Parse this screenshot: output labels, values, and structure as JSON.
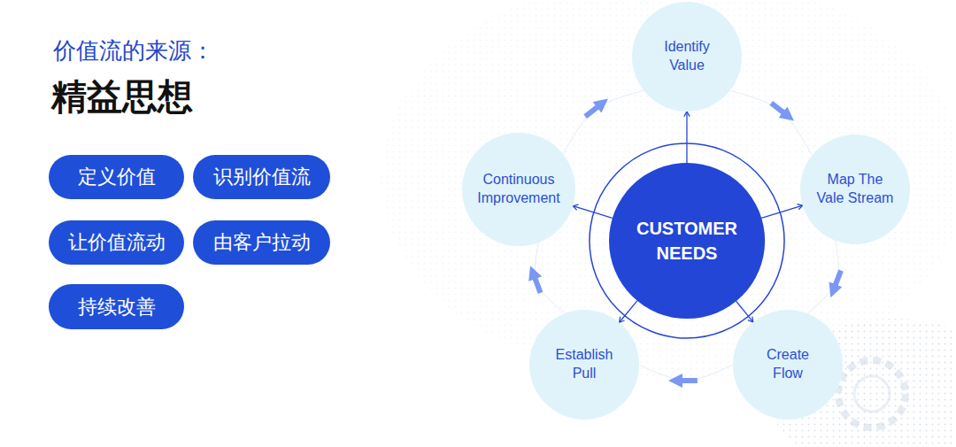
{
  "diagram": {
    "title": "价值流的来源：",
    "nodes": [
      {
        "text": [
          "定义价值"
        ]
      },
      {
        "text": [
          "识别价值流"
        ]
      },
      {
        "text": [
          "让价值流动"
        ]
      },
      {
        "text": [
          "由客户拉动"
        ]
      },
      {
        "text": [
          "持续改善"
        ]
      },
      {
        "text": [
          "CUSTOMER NEEDS"
        ]
      },
      {
        "text": [
          "Identify Value"
        ]
      },
      {
        "text": [
          "Map The Vale Stream"
        ]
      },
      {
        "text": [
          "Create Flow"
        ]
      },
      {
        "text": [
          "Establish Pull"
        ]
      },
      {
        "text": [
          "Continuous Improvement"
        ]
      }
    ],
    "edges": [
      {
        "from": 5,
        "to": 6,
        "arrow": "to"
      },
      {
        "from": 5,
        "to": 7,
        "arrow": "to"
      },
      {
        "from": 5,
        "to": 8,
        "arrow": "to"
      },
      {
        "from": 5,
        "to": 9,
        "arrow": "to"
      },
      {
        "from": 5,
        "to": 10,
        "arrow": "to"
      },
      {
        "from": 6,
        "to": 7,
        "arrow": "to"
      },
      {
        "from": 7,
        "to": 8,
        "arrow": "to"
      },
      {
        "from": 8,
        "to": 9,
        "arrow": "to"
      },
      {
        "from": 9,
        "to": 10,
        "arrow": "to"
      },
      {
        "from": 10,
        "to": 6,
        "arrow": "to"
      }
    ],
    "labels": [
      "精益思想"
    ]
  }
}
